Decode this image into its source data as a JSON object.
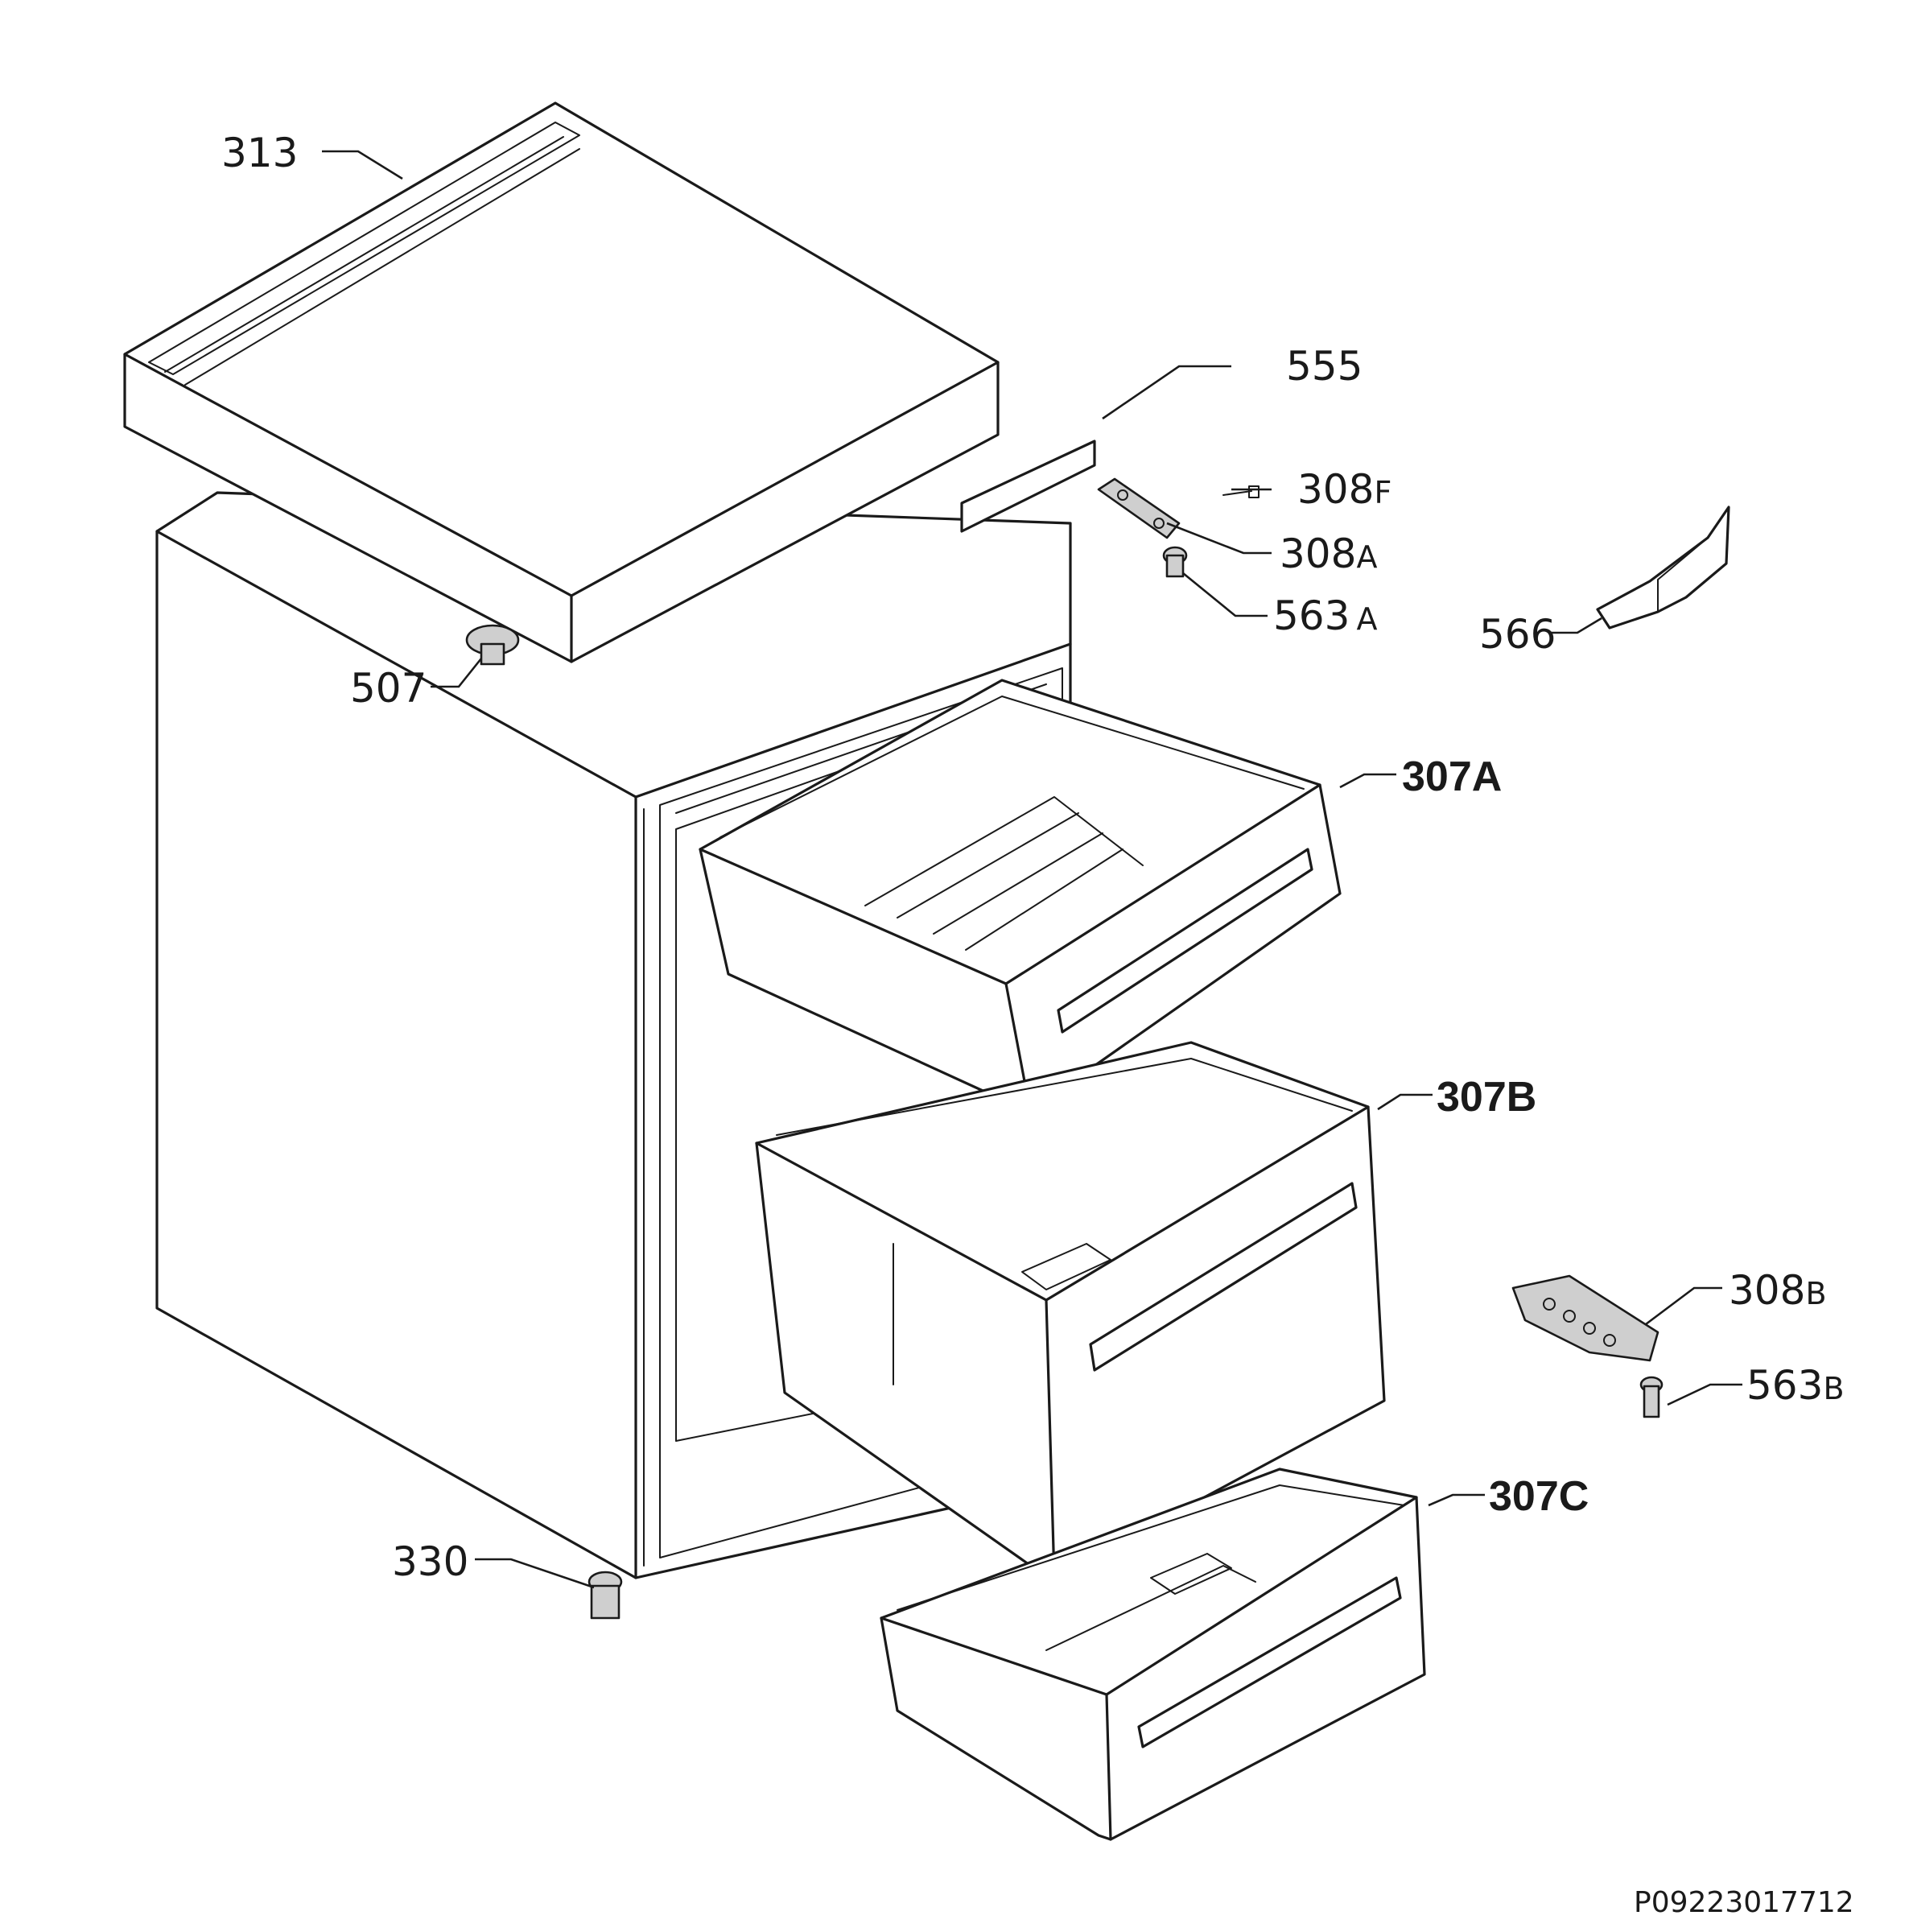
{
  "labels": {
    "p313": "313",
    "p555": "555",
    "p308f_main": "308",
    "p308f_suffix": "F",
    "p308a_main": "308",
    "p308a_suffix": "A",
    "p563a_main": "563",
    "p563a_suffix": "A",
    "p566": "566",
    "p507": "507",
    "p307a": "307A",
    "p307b": "307B",
    "p308b_main": "308",
    "p308b_suffix": "B",
    "p563b_main": "563",
    "p563b_suffix": "B",
    "p307c": "307C",
    "p330": "330"
  },
  "footer": {
    "drawing_code": "P09223017712"
  }
}
